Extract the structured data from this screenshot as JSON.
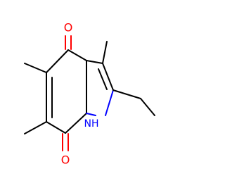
{
  "molecule": {
    "atoms": {
      "top_oxygen": "O",
      "bottom_oxygen": "O",
      "nitrogen": "NH"
    },
    "colors": {
      "bond": "#000000",
      "oxygen": "#ff0000",
      "nitrogen": "#0000ff"
    }
  }
}
